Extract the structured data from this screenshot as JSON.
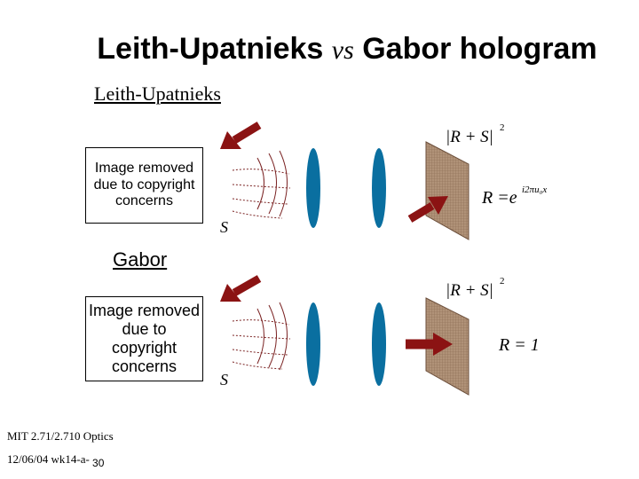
{
  "slide": {
    "title_left": "Leith-Upatnieks",
    "title_vs": "vs",
    "title_right": "Gabor hologram",
    "subtitle_leith": "Leith-Upatnieks",
    "subtitle_gabor": "Gabor",
    "placeholder_top": "Image removed due to copyright concerns",
    "placeholder_bottom": "Image removed due to copyright concerns",
    "footer_course": "MIT 2.71/2.710 Optics",
    "footer_date": "12/06/04 wk14-a-",
    "footer_page": "30"
  },
  "diagram_top": {
    "intensity_label": "|R + S|",
    "intensity_exp": "2",
    "reference_label": "R =e",
    "reference_exp": "i2πu₀x",
    "signal_label": "S"
  },
  "diagram_bottom": {
    "intensity_label": "|R + S|",
    "intensity_exp": "2",
    "reference_label": "R = 1",
    "signal_label": "S"
  },
  "colors": {
    "arrow": "#8b1313",
    "lens": "#0a6fa0",
    "plate": "#a88a70",
    "wave": "#7a2222"
  }
}
